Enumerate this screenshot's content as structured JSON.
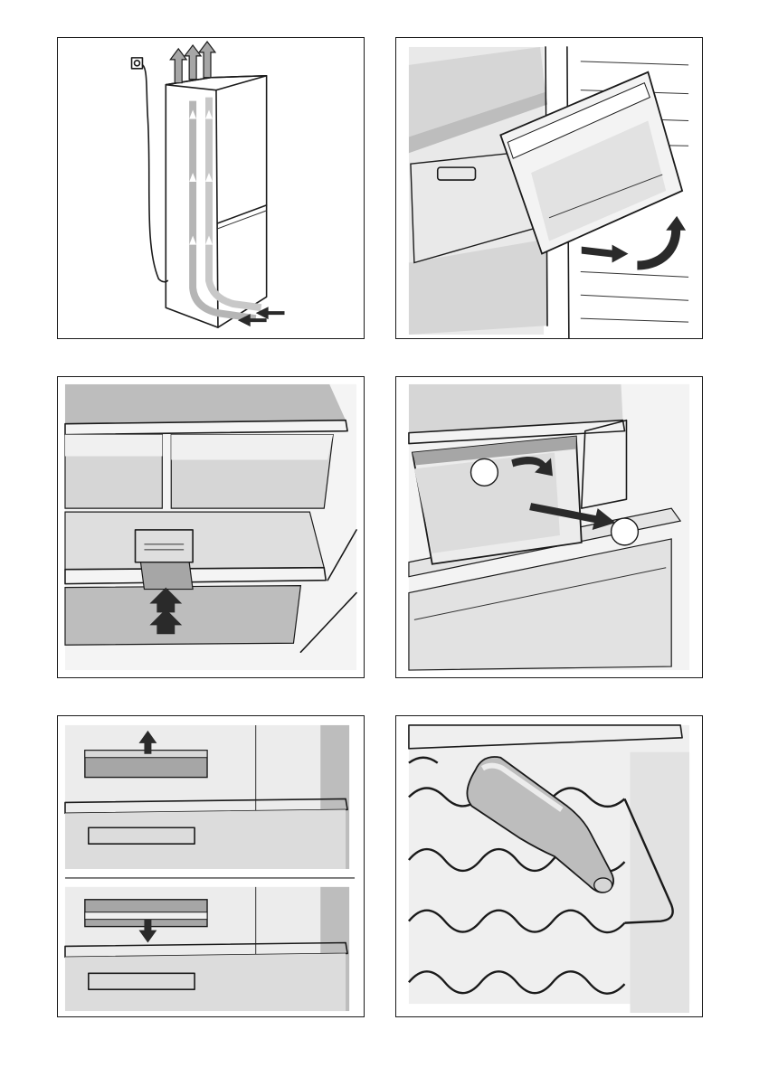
{
  "page": {
    "background": "#ffffff",
    "frame_color": "#1a1a1a"
  },
  "panels": [
    {
      "id": "fig-1",
      "subject": "appliance-ventilation",
      "icons": [
        "power-socket-icon",
        "air-up-arrow-icon",
        "air-in-arrow-icon"
      ]
    },
    {
      "id": "fig-2",
      "subject": "freezer-drawer-removal",
      "icons": [
        "pull-arrow-icon",
        "lift-arrow-icon"
      ]
    },
    {
      "id": "fig-3",
      "subject": "shelf-divider-release",
      "icons": [
        "push-up-arrow-icon"
      ]
    },
    {
      "id": "fig-4",
      "subject": "drawer-removal-two-step",
      "badges": [
        "",
        ""
      ],
      "icons": [
        "tilt-arrow-icon",
        "pull-out-arrow-icon"
      ]
    },
    {
      "id": "fig-5",
      "subject": "shelf-holder-adjustment",
      "icons": [
        "up-arrow-icon",
        "down-arrow-icon"
      ]
    },
    {
      "id": "fig-6",
      "subject": "bottle-rack",
      "icons": [
        "bottle-icon",
        "wire-rack-icon"
      ]
    }
  ],
  "colors": {
    "light_grey": "#e9e9e9",
    "mid_grey": "#d6d6d6",
    "grey": "#bdbdbd",
    "dark_grey": "#2a2a2a"
  }
}
